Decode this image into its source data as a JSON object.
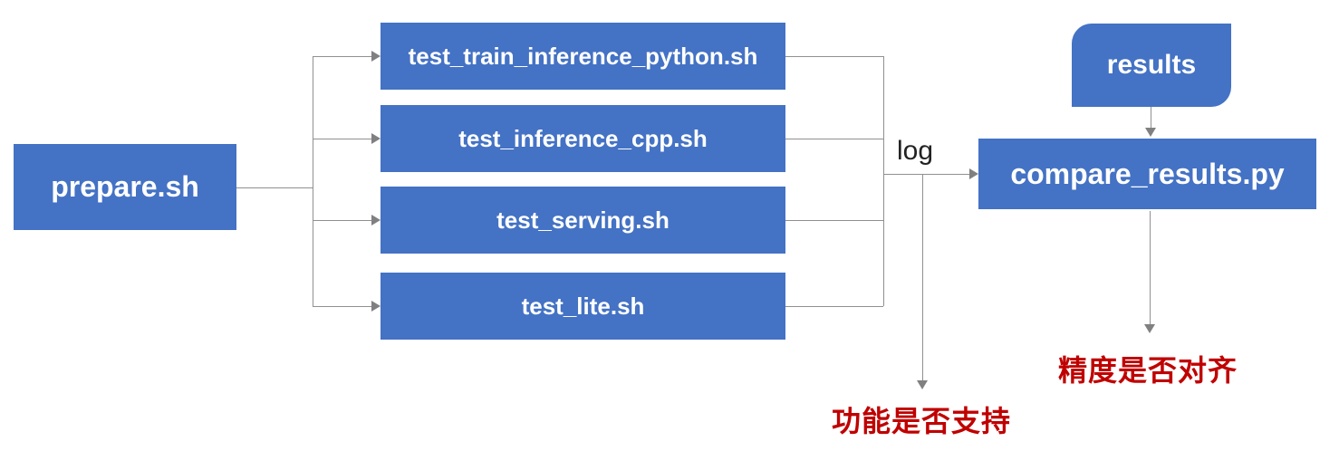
{
  "diagram": {
    "type": "flowchart",
    "background": "#ffffff",
    "colors": {
      "node_fill": "#4472C4",
      "node_text": "#ffffff",
      "connector": "#909090",
      "arrowhead": "#808080",
      "annotation_red": "#C00000",
      "log_text": "#222222"
    },
    "nodes": {
      "prepare": "prepare.sh",
      "tests": [
        "test_train_inference_python.sh",
        "test_inference_cpp.sh",
        "test_serving.sh",
        "test_lite.sh"
      ],
      "results": "results",
      "compare": "compare_results.py"
    },
    "labels": {
      "log": "log",
      "feature_support": "功能是否支持",
      "precision_alignment": "精度是否对齐"
    },
    "edges": [
      "prepare.sh -> test_train_inference_python.sh",
      "prepare.sh -> test_inference_cpp.sh",
      "prepare.sh -> test_serving.sh",
      "prepare.sh -> test_lite.sh",
      "tests -> (log) -> compare_results.py",
      "tests -> (log) -> 功能是否支持",
      "results -> compare_results.py",
      "compare_results.py -> 精度是否对齐"
    ]
  }
}
